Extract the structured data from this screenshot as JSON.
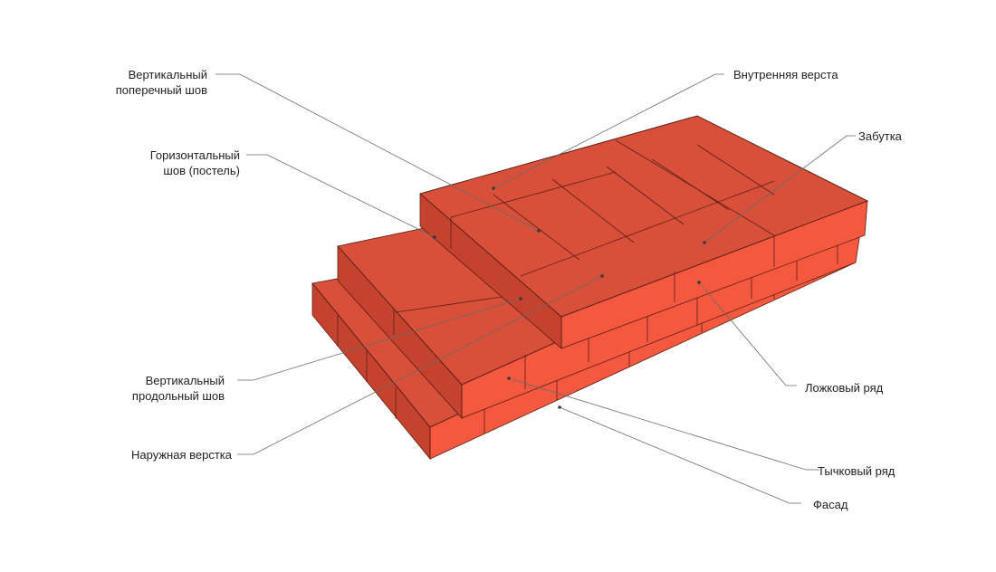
{
  "diagram": {
    "colors": {
      "top": "#d84f3a",
      "front": "#f4583f",
      "side": "#c5422e",
      "line": "#5a1f16"
    },
    "labels": {
      "vertical_cross_seam": "Вертикальный\nпоперечный шов",
      "horizontal_seam": "Горизонтальный\nшов (постель)",
      "vertical_long_seam": "Вертикальный\nпродольный шов",
      "outer_verst": "Наружная верстка",
      "inner_verst": "Внутренняя верста",
      "fill": "Забутка",
      "stretcher_row": "Ложковый ряд",
      "header_row": "Тычковый ряд",
      "facade": "Фасад"
    }
  }
}
